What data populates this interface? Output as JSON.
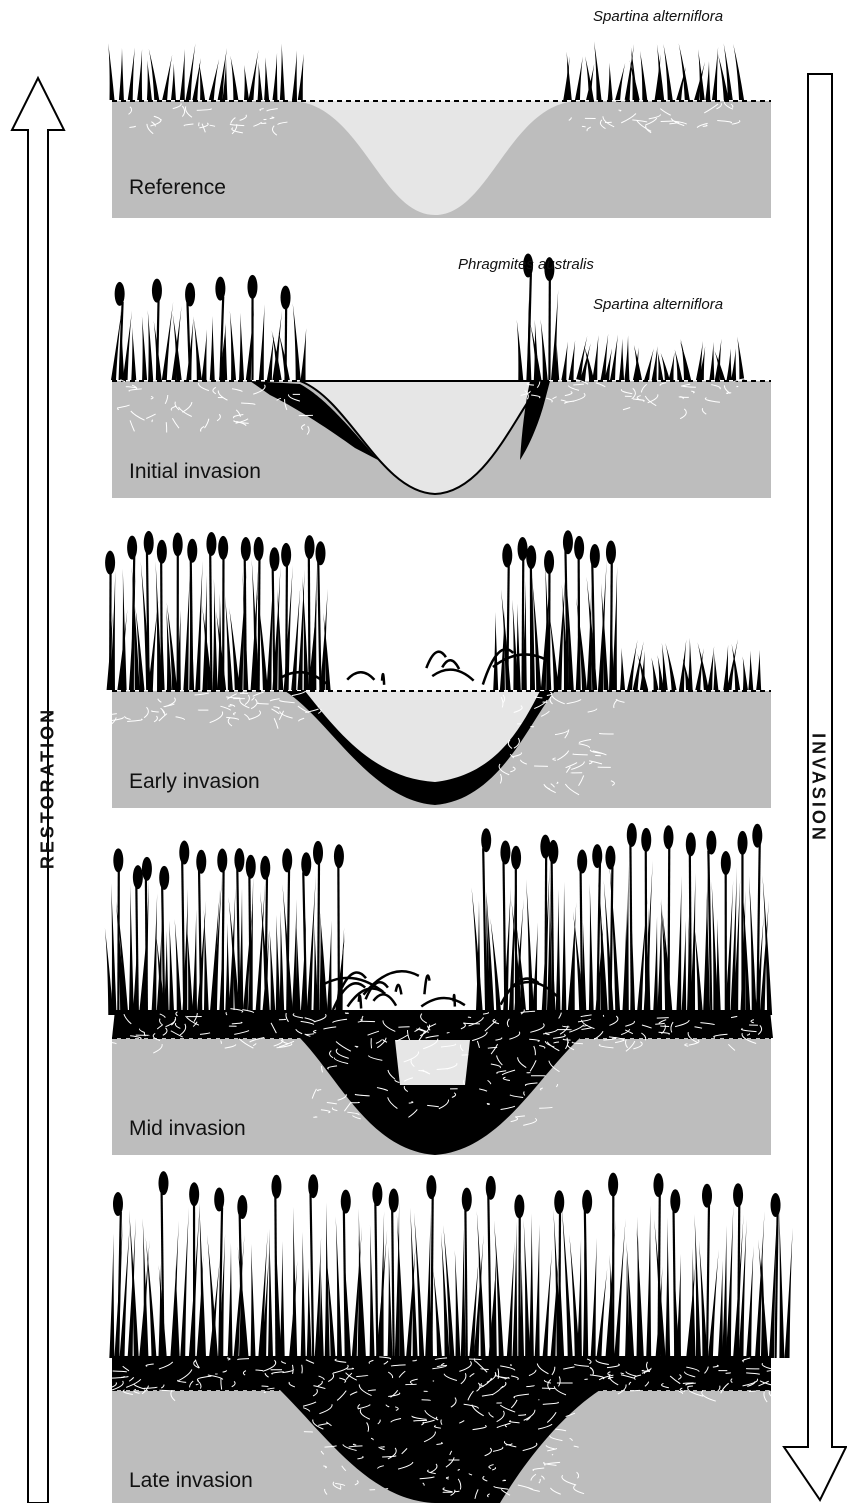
{
  "arrows": {
    "restoration": "RESTORATION",
    "invasion": "INVASION"
  },
  "panels": [
    {
      "label": "Reference",
      "species": [
        "Spartina alterniflora"
      ]
    },
    {
      "label": "Initial invasion",
      "species": [
        "Phragmites australis",
        "Spartina alterniflora"
      ]
    },
    {
      "label": "Early invasion",
      "species": []
    },
    {
      "label": "Mid invasion",
      "species": []
    },
    {
      "label": "Late invasion",
      "species": []
    }
  ],
  "colors": {
    "soil": "#bdbdbd",
    "water": "#e6e6e6",
    "plant": "#000000",
    "roots": "#ffffff"
  }
}
